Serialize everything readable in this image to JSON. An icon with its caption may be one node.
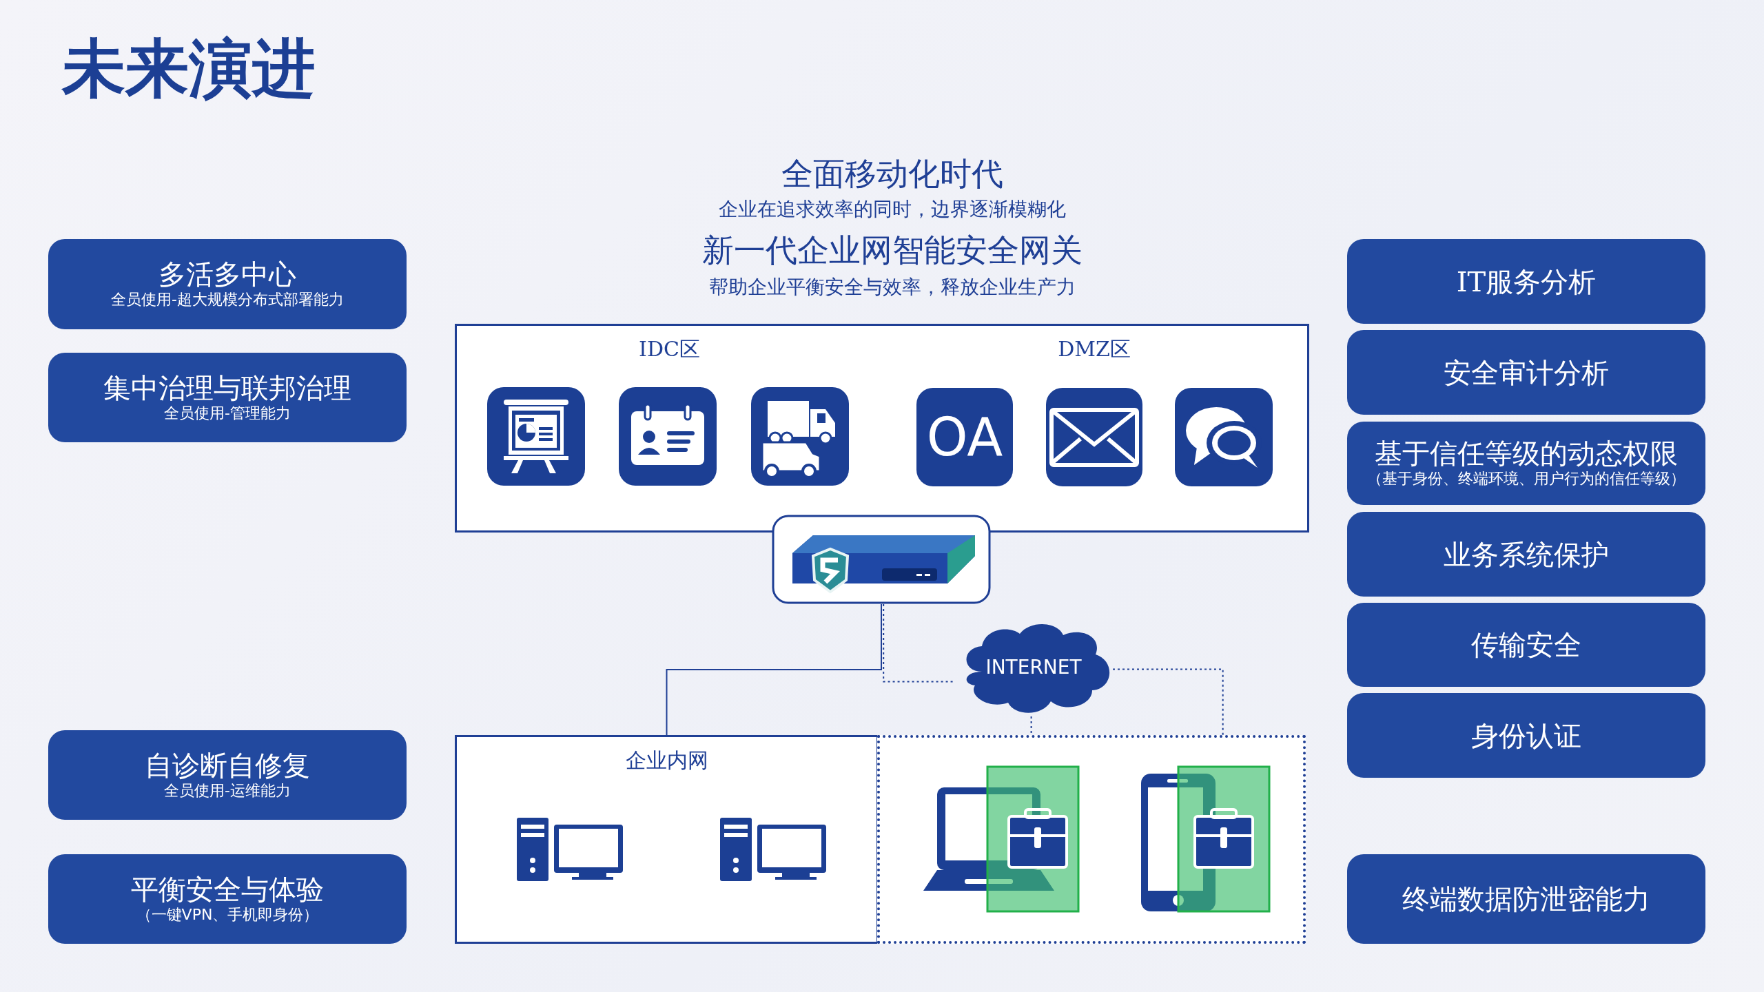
{
  "diagram": {
    "title": "未来演进",
    "nodes": [
      {
        "text": [
          "多活多中心",
          "全员使用-超大规模分布式部署能力"
        ]
      },
      {
        "text": [
          "集中治理与联邦治理",
          "全员使用-管理能力"
        ]
      },
      {
        "text": [
          "自诊断自修复",
          "全员使用-运维能力"
        ]
      },
      {
        "text": [
          "平衡安全与体验",
          "（一键VPN、手机即身份）"
        ]
      },
      {
        "text": [
          "IT服务分析"
        ]
      },
      {
        "text": [
          "安全审计分析"
        ]
      },
      {
        "text": [
          "基于信任等级的动态权限",
          "（基于身份、终端环境、用户行为的信任等级）"
        ]
      },
      {
        "text": [
          "业务系统保护"
        ]
      },
      {
        "text": [
          "传输安全"
        ]
      },
      {
        "text": [
          "身份认证"
        ]
      },
      {
        "text": [
          "终端数据防泄密能力"
        ]
      },
      {
        "text": [
          "IDC区"
        ]
      },
      {
        "text": [
          "DMZ区"
        ]
      },
      {
        "text": [],
        "shape": "picture",
        "in": 11
      },
      {
        "text": [],
        "shape": "picture",
        "in": 11
      },
      {
        "text": [],
        "shape": "picture",
        "in": 11
      },
      {
        "text": [
          "OA"
        ],
        "in": 12
      },
      {
        "text": [],
        "shape": "picture",
        "in": 12
      },
      {
        "text": [],
        "shape": "picture",
        "in": 12
      },
      {
        "text": [],
        "shape": "picture"
      },
      {
        "text": [
          "INTERNET"
        ]
      },
      {
        "text": [
          "企业内网"
        ]
      },
      {
        "text": [],
        "shape": "picture",
        "in": 21
      },
      {
        "text": [],
        "shape": "picture",
        "in": 21
      },
      {
        "text": [],
        "shape": "box"
      },
      {
        "text": [],
        "shape": "picture",
        "in": 24
      },
      {
        "text": [],
        "shape": "picture",
        "in": 24
      }
    ],
    "edges": [
      {
        "from": 19,
        "to": 21,
        "arrow": "none"
      },
      {
        "from": 19,
        "to": 20,
        "arrow": "none",
        "style": "dashed"
      },
      {
        "from": 20,
        "to": 25,
        "arrow": "none",
        "style": "dashed"
      },
      {
        "from": 20,
        "to": 26,
        "arrow": "none",
        "style": "dashed"
      }
    ],
    "labels": [
      "全面移动化时代",
      "企业在追求效率的同时，边界逐渐模糊化",
      "新一代企业网智能安全网关",
      "帮助企业平衡安全与效率，释放企业生产力"
    ]
  }
}
